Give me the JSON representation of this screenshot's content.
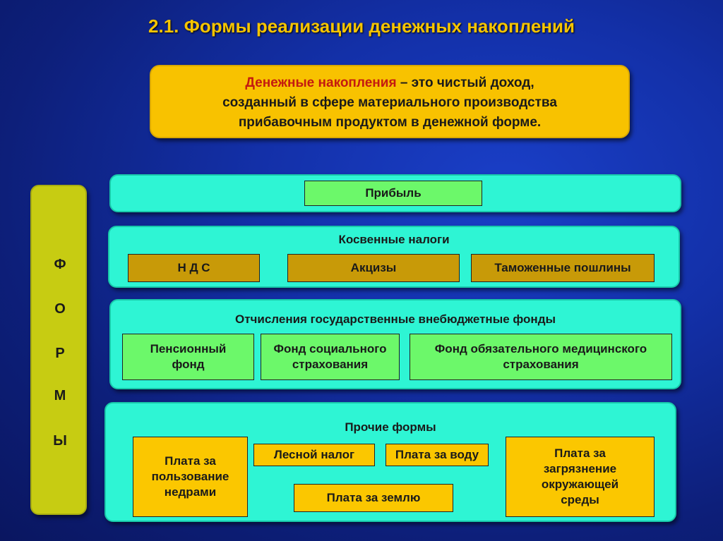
{
  "title": "2.1. Формы реализации денежных накоплений",
  "definition": {
    "term": "Денежные накопления",
    "line1_rest": " – это чистый доход,",
    "line2": "созданный в сфере материального производства",
    "line3": "прибавочным продуктом в денежной форме."
  },
  "side_label": [
    "Ф",
    "О",
    "Р",
    "М",
    "Ы"
  ],
  "profit": {
    "label": "Прибыль"
  },
  "indirect_taxes": {
    "title": "Косвенные налоги",
    "items": [
      "Н Д С",
      "Акцизы",
      "Таможенные пошлины"
    ]
  },
  "funds": {
    "title": "Отчисления государственные внебюджетные фонды",
    "items": [
      {
        "line1": "Пенсионный",
        "line2": "фонд"
      },
      {
        "line1": "Фонд социального",
        "line2": "страхования"
      },
      {
        "line1": "Фонд обязательного медицинского",
        "line2": "страхования"
      }
    ]
  },
  "other": {
    "title": "Прочие формы",
    "subsoil": {
      "line1": "Плата за",
      "line2": "пользование",
      "line3": "недрами"
    },
    "forest": "Лесной налог",
    "water": "Плата за воду",
    "land": "Плата за землю",
    "pollution": {
      "line1": "Плата за",
      "line2": "загрязнение",
      "line3": "окружающей",
      "line4": "среды"
    }
  },
  "colors": {
    "title": "#f5c400",
    "definition_bg": "#f8c200",
    "term": "#c41a10",
    "side_bg": "#c7cc12",
    "panel_bg": "#2ef5d4",
    "green_box": "#6cf86a",
    "brown_box": "#c89a08",
    "yellow_box": "#fbc700"
  }
}
